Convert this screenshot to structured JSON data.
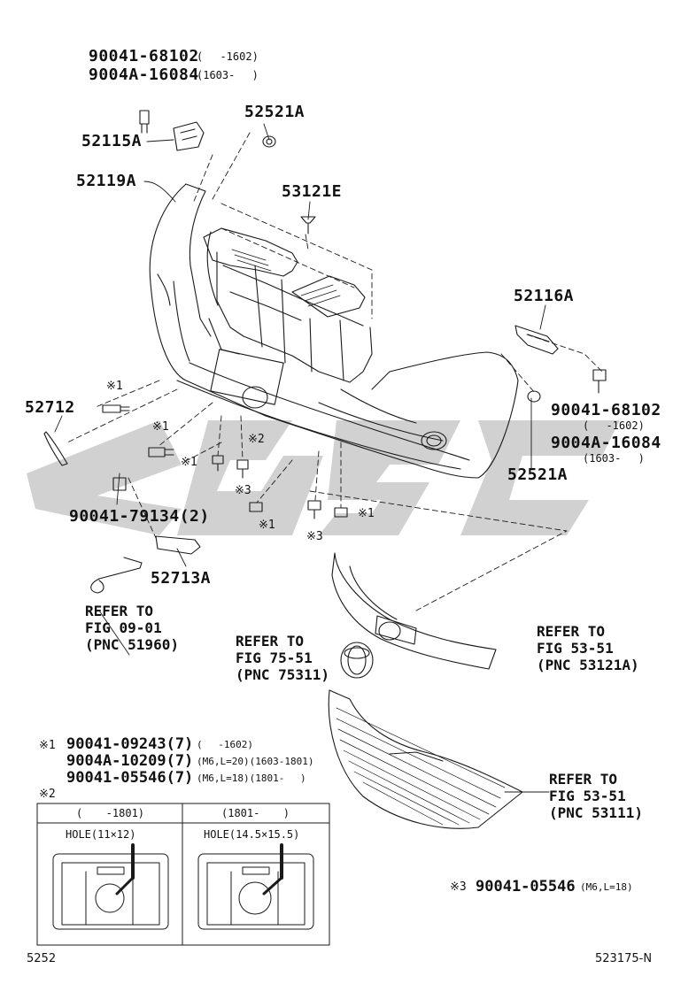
{
  "diagram_code": "5252",
  "figure_code": "523175-N",
  "labels": {
    "p90041_68102_top": "90041-68102",
    "p90041_68102_top_range": "(　 -1602)",
    "p9004A_16084_top": "9004A-16084",
    "p9004A_16084_top_range": "(1603- 　)",
    "p52521A_top": "52521A",
    "p52115A": "52115A",
    "p52119A": "52119A",
    "p53121E": "53121E",
    "p52116A": "52116A",
    "p52712": "52712",
    "p90041_68102_right": "90041-68102",
    "p90041_68102_right_range": "(　 -1602)",
    "p9004A_16084_right": "9004A-16084",
    "p9004A_16084_right_range": "(1603- 　)",
    "p52521A_right": "52521A",
    "p90041_79134": "90041-79134(2)",
    "p52713A": "52713A",
    "marks": {
      "m1_a": "※1",
      "m1_b": "※1",
      "m1_c": "※1",
      "m2": "※2",
      "m3_a": "※3",
      "m1_d": "※1",
      "m1_e": "※1",
      "m3_b": "※3"
    }
  },
  "references": {
    "ref_51960": "REFER TO\nFIG 09-01\n(PNC 51960)",
    "ref_75311": "REFER TO\nFIG 75-51\n(PNC 75311)",
    "ref_53121A": "REFER TO\nFIG 53-51\n(PNC 53121A)",
    "ref_53111": "REFER TO\nFIG 53-51\n(PNC 53111)"
  },
  "notes": {
    "note1_mark": "※1",
    "note1_line1": "90041-09243(7)",
    "note1_line1_range": "(　 -1602)",
    "note1_line2": "9004A-10209(7)",
    "note1_line2_range": "(M6,L=20)(1603-1801)",
    "note1_line3": "90041-05546(7)",
    "note1_line3_range": "(M6,L=18)(1801- 　)",
    "note2_mark": "※2",
    "note2_col1_header": "( 　 -1801)",
    "note2_col2_header": "(1801- 　 )",
    "note2_col1_hole": "HOLE(11×12)",
    "note2_col2_hole": "HOLE(14.5×15.5)",
    "note3_mark": "※3",
    "note3_part": "90041-05546",
    "note3_range": "(M6,L=18)"
  }
}
